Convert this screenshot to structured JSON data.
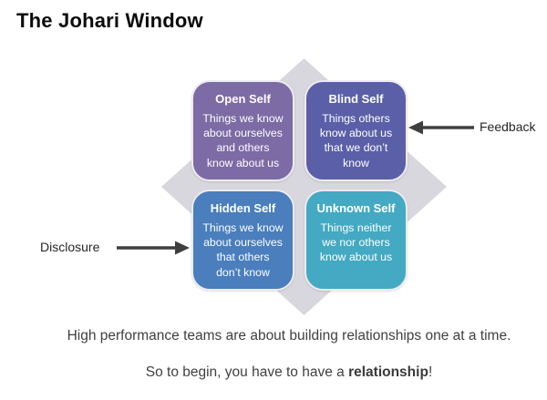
{
  "title": "The Johari Window",
  "colors": {
    "diamond": "#d8d7de",
    "open_self": "#7c6ba5",
    "blind_self": "#5a5fa8",
    "hidden_self": "#4a7ebd",
    "unknown_self": "#44a9c2",
    "arrow": "#3f3f3f",
    "footer_text": "#404040"
  },
  "quadrants": [
    {
      "id": "open",
      "heading": "Open Self",
      "body": "Things we know\nabout ourselves\nand others\nknow about us",
      "color": "#7c6ba5"
    },
    {
      "id": "blind",
      "heading": "Blind Self",
      "body": "Things others\nknow about us\nthat we don’t\nknow",
      "color": "#5a5fa8"
    },
    {
      "id": "hidden",
      "heading": "Hidden Self",
      "body": "Things we know\nabout ourselves\nthat others\ndon’t know",
      "color": "#4a7ebd"
    },
    {
      "id": "unknown",
      "heading": "Unknown Self",
      "body": "Things neither\nwe nor others\nknow about us",
      "color": "#44a9c2"
    }
  ],
  "arrows": {
    "feedback_label": "Feedback",
    "disclosure_label": "Disclosure"
  },
  "footer": {
    "line1": "High performance teams are about building relationships one at a time.",
    "line2_prefix": "So to begin, you have to have a ",
    "line2_bold": "relationship",
    "line2_suffix": "!"
  }
}
